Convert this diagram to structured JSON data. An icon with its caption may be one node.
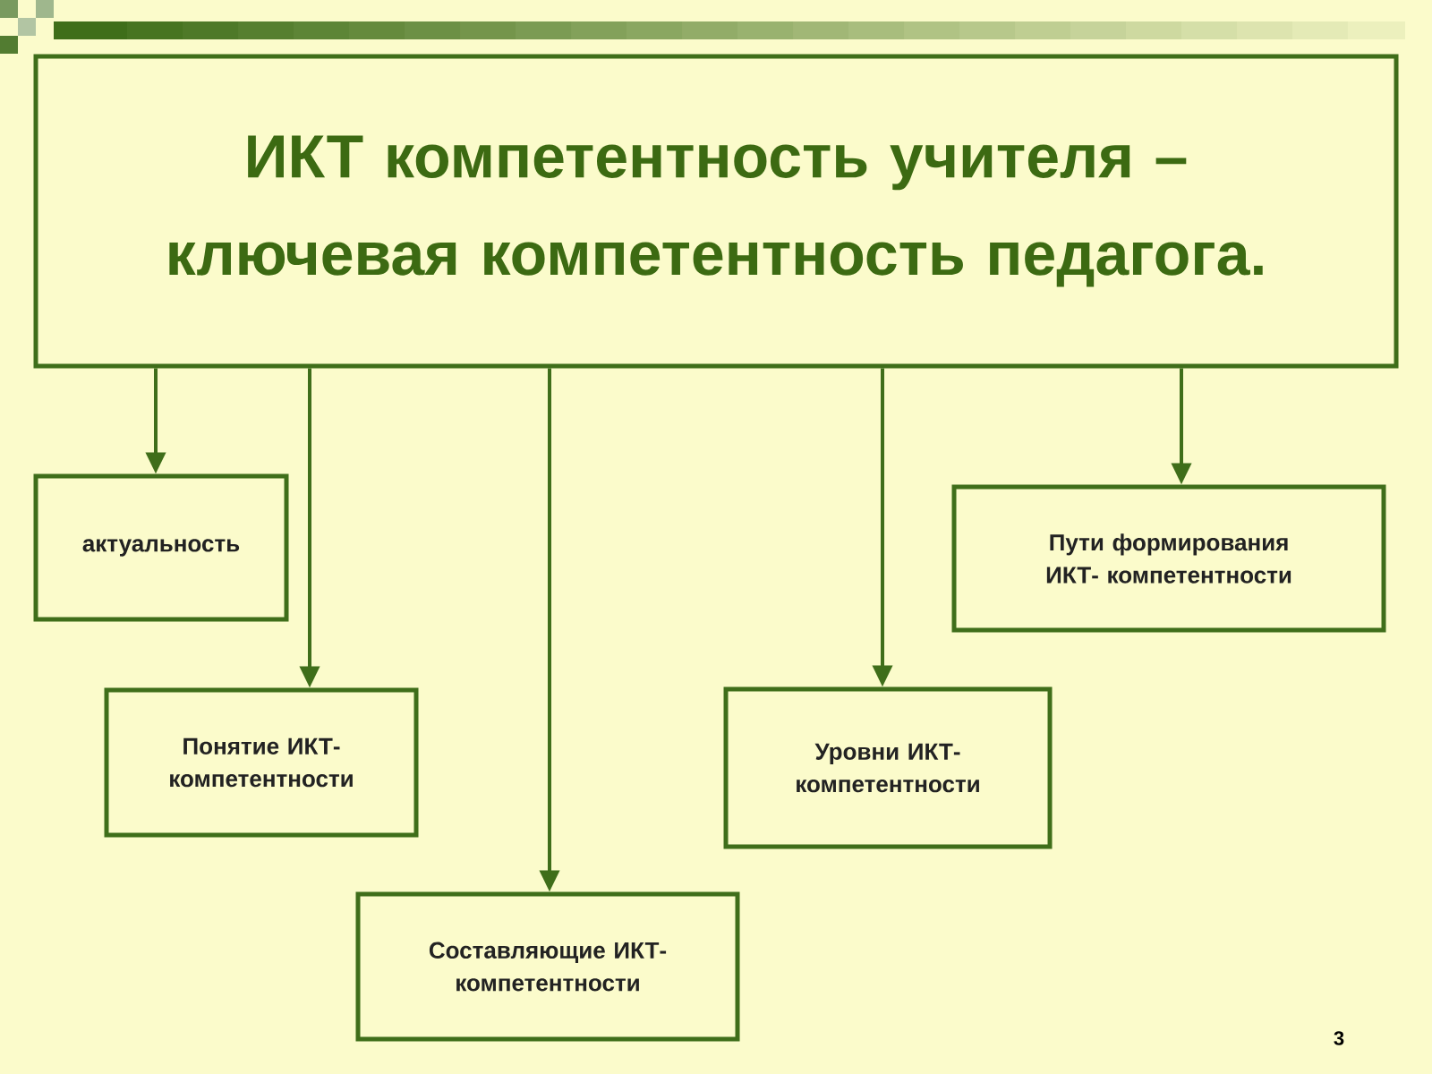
{
  "diagram": {
    "nodes": [
      {
        "text": [
          "ИКТ компетентность учителя – ключевая компетентность педагога."
        ]
      },
      {
        "text": [
          "актуальность"
        ]
      },
      {
        "text": [
          "Понятие ИКТ- компетентности"
        ]
      },
      {
        "text": [
          "Составляющие ИКТ- компетентности"
        ]
      },
      {
        "text": [
          "Уровни ИКТ- компетентности"
        ]
      },
      {
        "text": [
          "Пути формирования ИКТ- компетентности"
        ]
      }
    ],
    "edges": [
      {
        "from": 0,
        "to": 1,
        "arrow": "to"
      },
      {
        "from": 0,
        "to": 2,
        "arrow": "to"
      },
      {
        "from": 0,
        "to": 3,
        "arrow": "to"
      },
      {
        "from": 0,
        "to": 4,
        "arrow": "to"
      },
      {
        "from": 0,
        "to": 5,
        "arrow": "to"
      }
    ],
    "labels": [
      "3"
    ]
  }
}
